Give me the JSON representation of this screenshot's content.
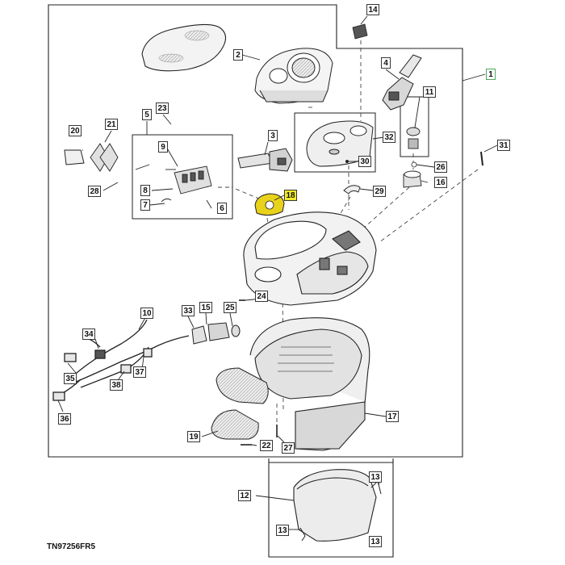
{
  "figure_id": "TN97256FR5",
  "callouts": [
    "1",
    "2",
    "3",
    "4",
    "5",
    "6",
    "7",
    "8",
    "9",
    "10",
    "11",
    "12",
    "13",
    "13",
    "13",
    "14",
    "15",
    "16",
    "17",
    "18",
    "19",
    "20",
    "21",
    "22",
    "23",
    "24",
    "25",
    "26",
    "27",
    "28",
    "29",
    "30",
    "31",
    "32",
    "33",
    "34",
    "35",
    "36",
    "37",
    "38"
  ],
  "highlight": {
    "callout": "18",
    "color": "#f2ea2b",
    "part_color": "#e9d21b"
  },
  "colors": {
    "line": "#1a1a1a",
    "part_fill": "#f6f6f6",
    "shade": "#cfcfcf",
    "frame_accent": "#3aa34a"
  }
}
